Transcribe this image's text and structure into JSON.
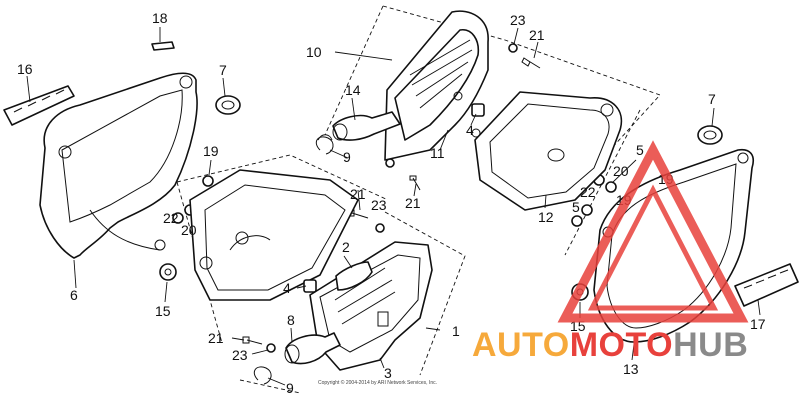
{
  "diagram": {
    "callouts": [
      "1",
      "2",
      "3",
      "4",
      "4",
      "5",
      "5",
      "6",
      "7",
      "7",
      "8",
      "9",
      "9",
      "10",
      "11",
      "12",
      "13",
      "14",
      "15",
      "15",
      "16",
      "17",
      "18",
      "19",
      "19",
      "19",
      "20",
      "20",
      "21",
      "21",
      "21",
      "21",
      "22",
      "22",
      "23",
      "23",
      "23"
    ],
    "copyright": "Copyright © 2004-2014 by ARI Network Services, Inc."
  },
  "watermark": {
    "brand_part1": "AUTO",
    "brand_part2": "MOTO",
    "brand_part3": "HUB",
    "colors": {
      "orange": "#f6a93b",
      "red": "#e8413c",
      "gray": "#8a8a8a"
    }
  }
}
